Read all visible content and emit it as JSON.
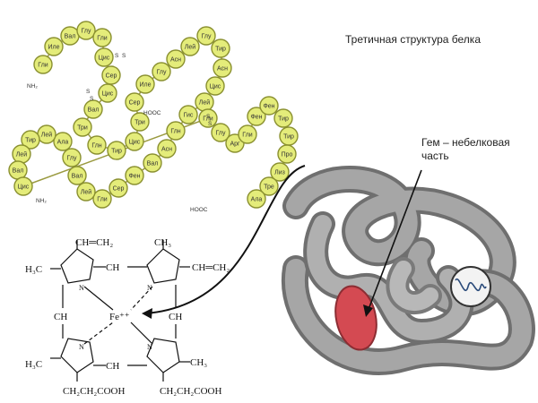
{
  "title": "Третичная структура белка",
  "heme_label_line1": "Гем – небелковая",
  "heme_label_line2": "часть",
  "chain": {
    "beads": [
      "Гли",
      "Иле",
      "Вал",
      "Глу",
      "Гли",
      "Цис",
      "Сер",
      "Цис",
      "Вал",
      "Три",
      "Глн",
      "Тир",
      "Цис",
      "Три",
      "Сер",
      "Иле",
      "Глу",
      "Асн",
      "Лей",
      "Глу",
      "Тир",
      "Асн",
      "Цис",
      "Лей",
      "Гис",
      "Глн",
      "Асн",
      "Вал",
      "Фен",
      "Сер",
      "Гли",
      "Лей",
      "Вал",
      "Глу",
      "Ала",
      "Лей",
      "Тир",
      "Лей",
      "Вал",
      "Цис",
      "Гли",
      "Глу",
      "Арг",
      "Гли",
      "Фен",
      "Фен",
      "Тир",
      "Тир",
      "Про",
      "Лиз",
      "Тре",
      "Ала"
    ],
    "n_term": "NH₂",
    "c_term": "HOOC",
    "ss": "S"
  },
  "heme": {
    "vinyl1": "CH═CH₂",
    "vinyl2": "CH═CH₂",
    "methyl": "CH₃",
    "methyl_h": "H₃C",
    "ch": "CH",
    "n": "N",
    "fe": "Fe⁺⁺",
    "acid1": "CH₂CH₂COOH",
    "acid2": "CH₂CH₂COOH"
  }
}
